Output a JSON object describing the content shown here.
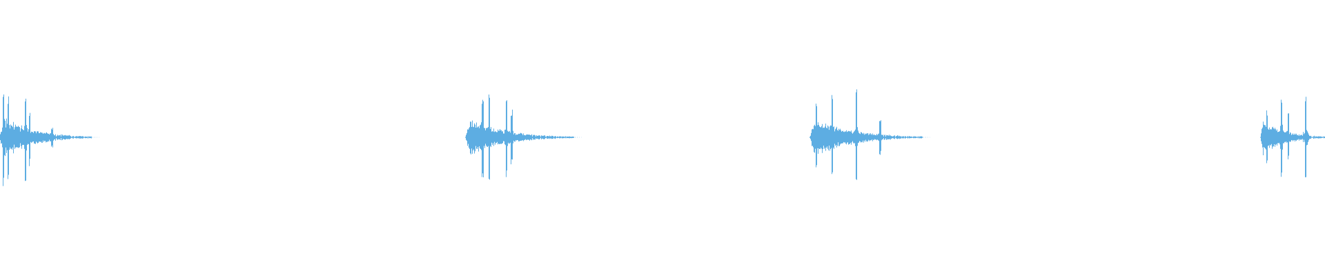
{
  "waveform": {
    "color": "#5dade2",
    "background": "#ffffff",
    "bursts": [
      {
        "id": "burst-1",
        "seed": 11,
        "peak_amplitude": 1.0,
        "onset_time": 0.0,
        "decay_end_time": 0.069,
        "transients": [
          {
            "t": 0.0025,
            "amp": 1.0
          },
          {
            "t": 0.006,
            "amp": 0.85
          },
          {
            "t": 0.019,
            "amp": 0.9
          },
          {
            "t": 0.022,
            "amp": 0.55
          },
          {
            "t": 0.039,
            "amp": 0.2
          }
        ]
      },
      {
        "id": "burst-2",
        "seed": 23,
        "peak_amplitude": 0.92,
        "onset_time": 0.351,
        "decay_end_time": 0.433,
        "transients": [
          {
            "t": 0.364,
            "amp": 0.85
          },
          {
            "t": 0.369,
            "amp": 0.9
          },
          {
            "t": 0.382,
            "amp": 0.92
          },
          {
            "t": 0.386,
            "amp": 0.6
          }
        ]
      },
      {
        "id": "burst-3",
        "seed": 37,
        "peak_amplitude": 0.96,
        "onset_time": 0.611,
        "decay_end_time": 0.696,
        "transients": [
          {
            "t": 0.616,
            "amp": 0.75
          },
          {
            "t": 0.628,
            "amp": 0.92
          },
          {
            "t": 0.646,
            "amp": 0.96
          },
          {
            "t": 0.664,
            "amp": 0.35
          }
        ]
      },
      {
        "id": "burst-4",
        "seed": 53,
        "peak_amplitude": 0.92,
        "onset_time": 0.951,
        "decay_end_time": 1.0,
        "transients": [
          {
            "t": 0.956,
            "amp": 0.6
          },
          {
            "t": 0.967,
            "amp": 0.92
          },
          {
            "t": 0.985,
            "amp": 0.9
          },
          {
            "t": 0.972,
            "amp": 0.5
          }
        ]
      }
    ]
  }
}
